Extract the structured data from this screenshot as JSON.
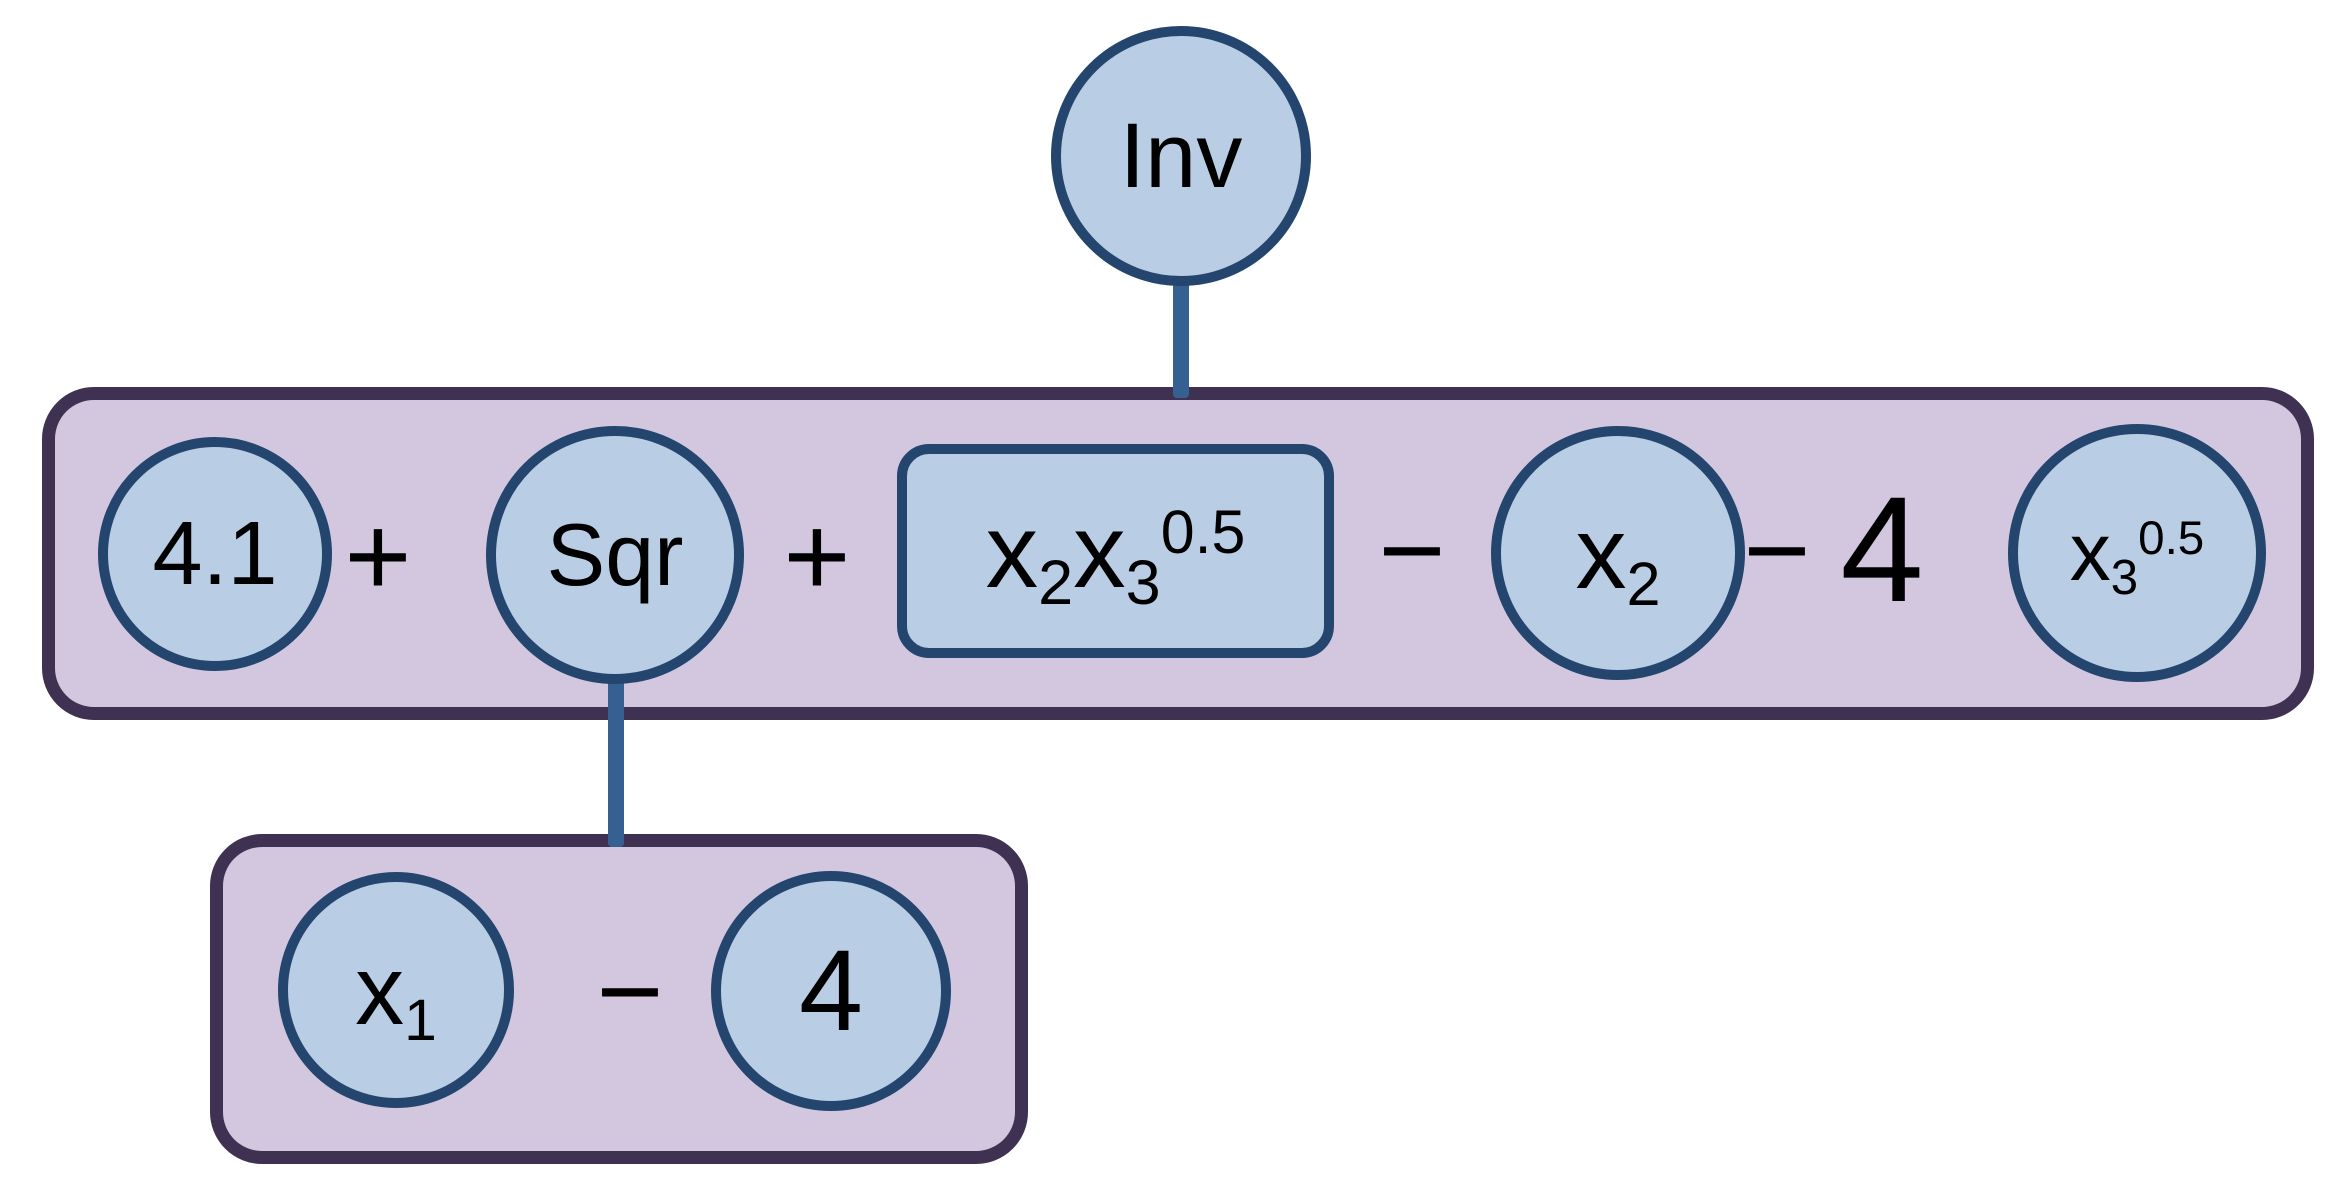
{
  "diagram": {
    "type": "expression-tree",
    "colors": {
      "node_fill": "#b9cde4",
      "node_border": "#23456e",
      "group_fill": "#d2c7df",
      "group_border": "#3f3151",
      "connector": "#376092",
      "text": "#000000",
      "background": "#ffffff"
    }
  },
  "nodes": {
    "inv": "Inv",
    "const_4_1": "4.1",
    "op_plus_1": "+",
    "sqr": "Sqr",
    "op_plus_2": "+",
    "x2x3": {
      "f1_base": "x",
      "f1_sub": "2",
      "f2_base": "x",
      "f2_sub": "3",
      "f2_sup": "0.5"
    },
    "op_minus_1": "−",
    "x2": {
      "base": "x",
      "sub": "2"
    },
    "op_minus_2": "−",
    "coef_4": "4",
    "x3": {
      "base": "x",
      "sub": "3",
      "sup": "0.5"
    },
    "x1": {
      "base": "x",
      "sub": "1"
    },
    "op_minus_3": "−",
    "const_4": "4"
  }
}
